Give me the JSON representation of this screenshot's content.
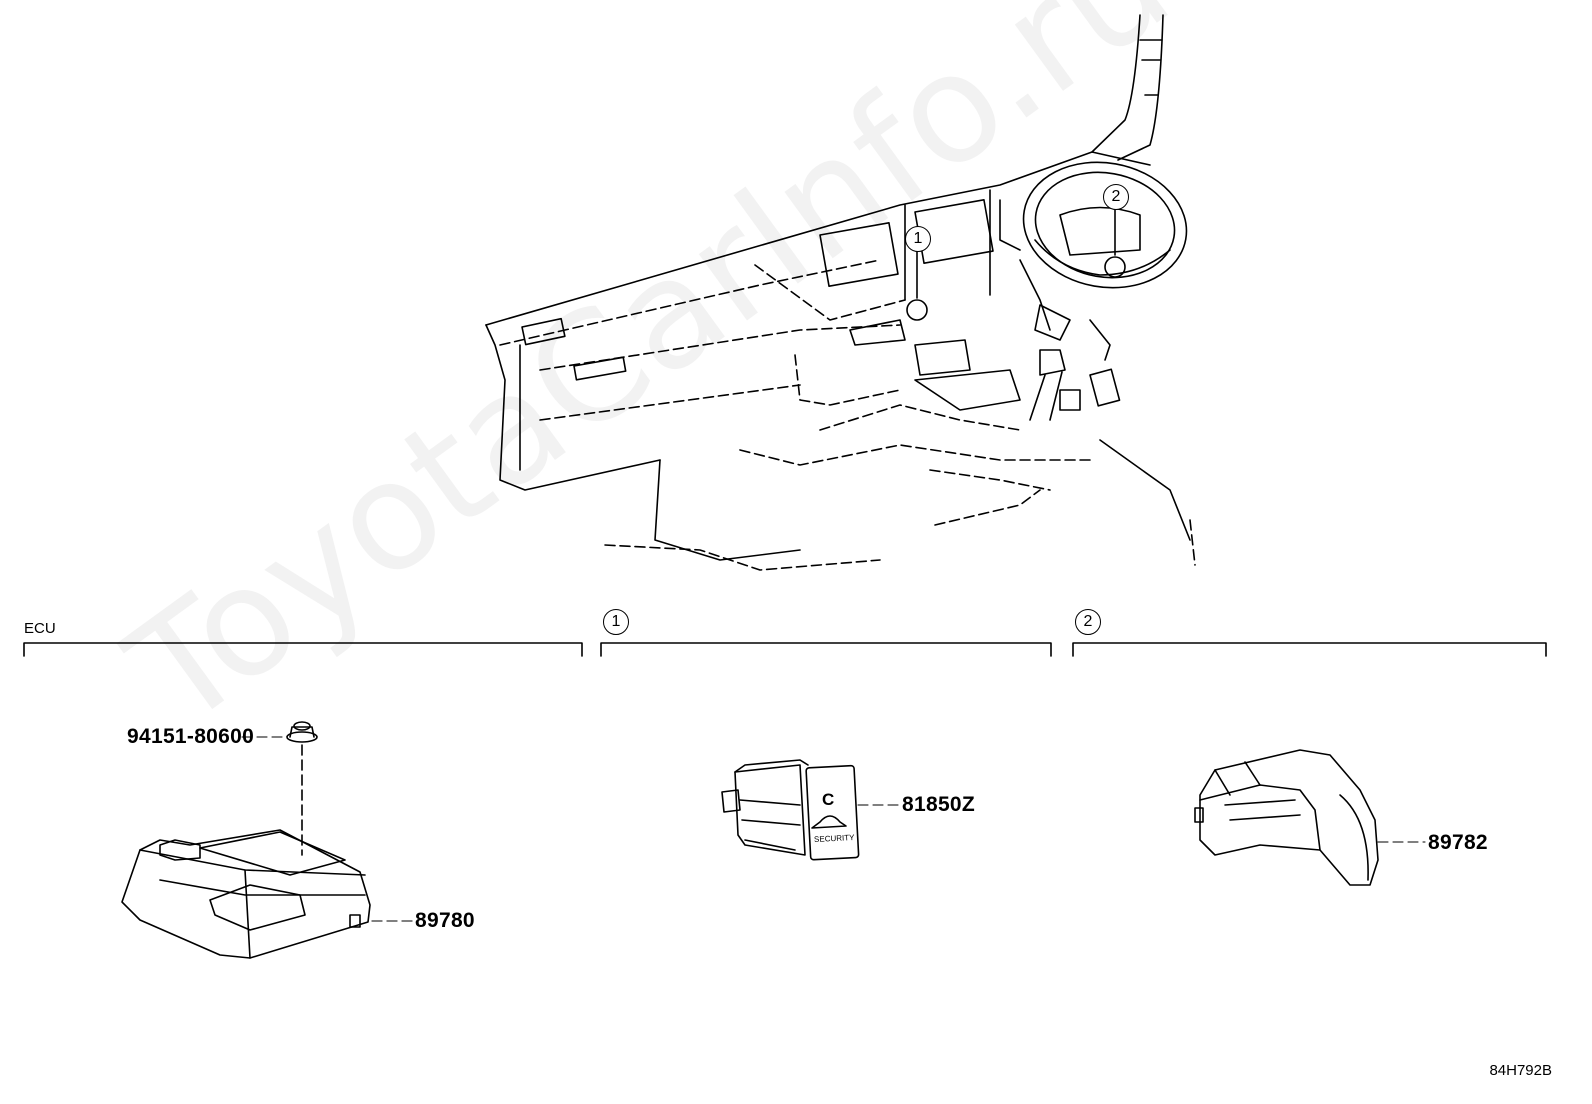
{
  "sections": [
    {
      "id": "ecu",
      "title": "ECU"
    },
    {
      "id": "s1",
      "title": "1"
    },
    {
      "id": "s2",
      "title": "2"
    }
  ],
  "locators": [
    {
      "id": "loc-1",
      "text": "1"
    },
    {
      "id": "loc-2",
      "text": "2"
    }
  ],
  "parts": {
    "clip": "94151-80600",
    "ecu": "89780",
    "switch": "81850Z",
    "sensor": "89782"
  },
  "switch_face": {
    "symbol": "C",
    "text": "SECURITY"
  },
  "diagram_code": "84H792B",
  "watermark": "ToyotaCarInfo.ru"
}
